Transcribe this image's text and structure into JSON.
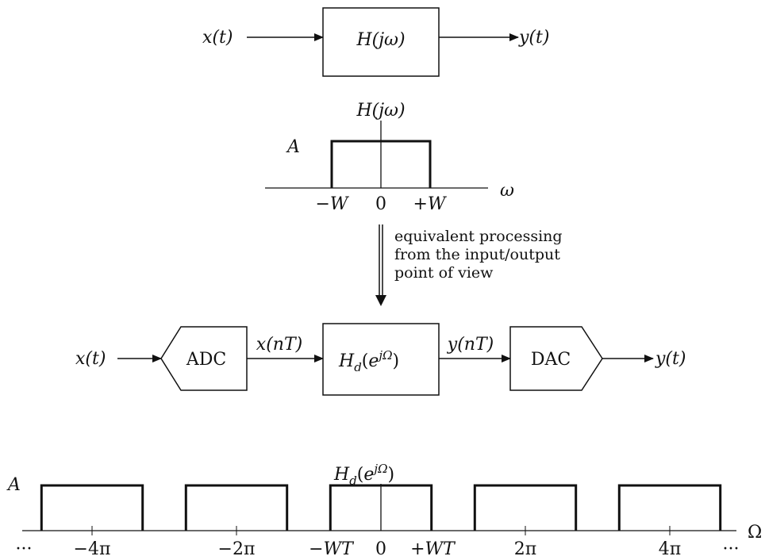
{
  "top_chain": {
    "input": "x(t)",
    "block": "H(jω)",
    "output": "y(t)"
  },
  "analog_response": {
    "title": "H(jω)",
    "amplitude": "A",
    "axis_var": "ω",
    "ticks": [
      "−W",
      "0",
      "+W"
    ],
    "passband": [
      -1,
      1
    ]
  },
  "equivalence_note": [
    "equivalent processing",
    "from the input/output",
    "point of view"
  ],
  "bottom_chain": {
    "input": "x(t)",
    "adc": "ADC",
    "sampled_in": "x(nT)",
    "block": "H_d(e^jΩ)",
    "sampled_out": "y(nT)",
    "dac": "DAC",
    "output": "y(t)"
  },
  "digital_response": {
    "title": "H_d(e^jΩ)",
    "amplitude": "A",
    "axis_var": "Ω",
    "ticks": [
      "−4π",
      "−2π",
      "−WT",
      "0",
      "+WT",
      "2π",
      "4π"
    ],
    "ellipsis_left": "···",
    "ellipsis_right": "···",
    "pulse_centers": [
      -4,
      -2,
      0,
      2,
      4
    ],
    "pulse_halfwidth": 0.7
  }
}
